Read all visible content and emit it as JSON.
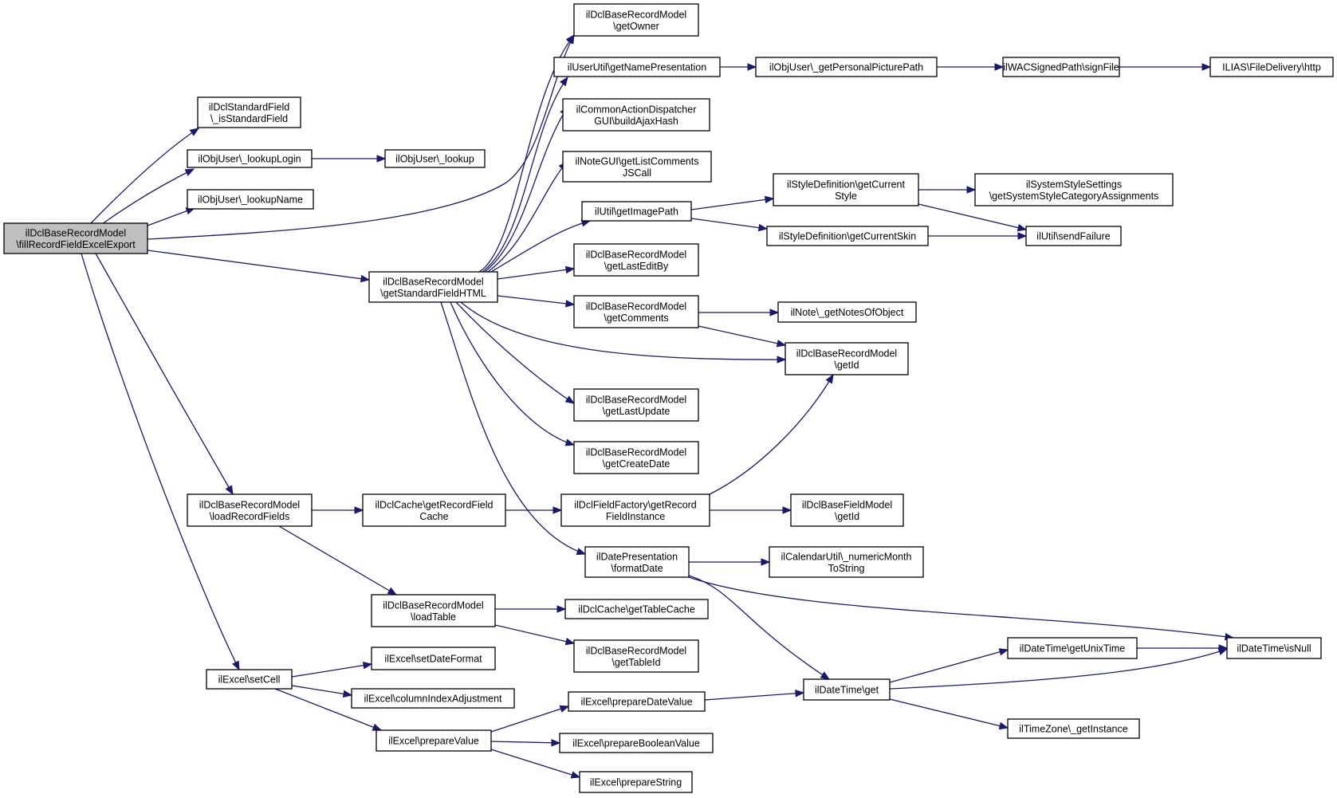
{
  "colors": {
    "edge": "#191970",
    "node_border": "#000000",
    "root_fill": "#bfbfbf",
    "node_fill": "#ffffff"
  },
  "nodes": [
    {
      "id": "root",
      "lines": [
        "ilDclBaseRecordModel",
        "\\fillRecordFieldExcelExport"
      ]
    },
    {
      "id": "isStandardField",
      "lines": [
        "ilDclStandardField",
        "\\_isStandardField"
      ]
    },
    {
      "id": "lookupLogin",
      "lines": [
        "ilObjUser\\_lookupLogin"
      ]
    },
    {
      "id": "lookup",
      "lines": [
        "ilObjUser\\_lookup"
      ]
    },
    {
      "id": "lookupName",
      "lines": [
        "ilObjUser\\_lookupName"
      ]
    },
    {
      "id": "getOwner",
      "lines": [
        "ilDclBaseRecordModel",
        "\\getOwner"
      ]
    },
    {
      "id": "getNamePresentation",
      "lines": [
        "ilUserUtil\\getNamePresentation"
      ]
    },
    {
      "id": "getPersonalPicturePath",
      "lines": [
        "ilObjUser\\_getPersonalPicturePath"
      ]
    },
    {
      "id": "signFile",
      "lines": [
        "ilWACSignedPath\\signFile"
      ]
    },
    {
      "id": "http",
      "lines": [
        "ILIAS\\FileDelivery\\http"
      ]
    },
    {
      "id": "buildAjaxHash",
      "lines": [
        "ilCommonActionDispatcher",
        "GUI\\buildAjaxHash"
      ]
    },
    {
      "id": "getListCommentsJSCall",
      "lines": [
        "ilNoteGUI\\getListComments",
        "JSCall"
      ]
    },
    {
      "id": "getImagePath",
      "lines": [
        "ilUtil\\getImagePath"
      ]
    },
    {
      "id": "getCurrentStyle",
      "lines": [
        "ilStyleDefinition\\getCurrent",
        "Style"
      ]
    },
    {
      "id": "getSystemStyleCategoryAssignments",
      "lines": [
        "ilSystemStyleSettings",
        "\\getSystemStyleCategoryAssignments"
      ]
    },
    {
      "id": "getCurrentSkin",
      "lines": [
        "ilStyleDefinition\\getCurrentSkin"
      ]
    },
    {
      "id": "sendFailure",
      "lines": [
        "ilUtil\\sendFailure"
      ]
    },
    {
      "id": "getStandardFieldHTML",
      "lines": [
        "ilDclBaseRecordModel",
        "\\getStandardFieldHTML"
      ]
    },
    {
      "id": "getLastEditBy",
      "lines": [
        "ilDclBaseRecordModel",
        "\\getLastEditBy"
      ]
    },
    {
      "id": "getComments",
      "lines": [
        "ilDclBaseRecordModel",
        "\\getComments"
      ]
    },
    {
      "id": "getNotesOfObject",
      "lines": [
        "ilNote\\_getNotesOfObject"
      ]
    },
    {
      "id": "getId",
      "lines": [
        "ilDclBaseRecordModel",
        "\\getId"
      ]
    },
    {
      "id": "getLastUpdate",
      "lines": [
        "ilDclBaseRecordModel",
        "\\getLastUpdate"
      ]
    },
    {
      "id": "getCreateDate",
      "lines": [
        "ilDclBaseRecordModel",
        "\\getCreateDate"
      ]
    },
    {
      "id": "loadRecordFields",
      "lines": [
        "ilDclBaseRecordModel",
        "\\loadRecordFields"
      ]
    },
    {
      "id": "getRecordFieldCache",
      "lines": [
        "ilDclCache\\getRecordField",
        "Cache"
      ]
    },
    {
      "id": "getRecordFieldInstance",
      "lines": [
        "ilDclFieldFactory\\getRecord",
        "FieldInstance"
      ]
    },
    {
      "id": "fieldGetId",
      "lines": [
        "ilDclBaseFieldModel",
        "\\getId"
      ]
    },
    {
      "id": "formatDate",
      "lines": [
        "ilDatePresentation",
        "\\formatDate"
      ]
    },
    {
      "id": "numericMonthToString",
      "lines": [
        "ilCalendarUtil\\_numericMonth",
        "ToString"
      ]
    },
    {
      "id": "loadTable",
      "lines": [
        "ilDclBaseRecordModel",
        "\\loadTable"
      ]
    },
    {
      "id": "getTableCache",
      "lines": [
        "ilDclCache\\getTableCache"
      ]
    },
    {
      "id": "getTableId",
      "lines": [
        "ilDclBaseRecordModel",
        "\\getTableId"
      ]
    },
    {
      "id": "setCell",
      "lines": [
        "ilExcel\\setCell"
      ]
    },
    {
      "id": "setDateFormat",
      "lines": [
        "ilExcel\\setDateFormat"
      ]
    },
    {
      "id": "columnIndexAdjustment",
      "lines": [
        "ilExcel\\columnIndexAdjustment"
      ]
    },
    {
      "id": "prepareValue",
      "lines": [
        "ilExcel\\prepareValue"
      ]
    },
    {
      "id": "prepareDateValue",
      "lines": [
        "ilExcel\\prepareDateValue"
      ]
    },
    {
      "id": "prepareBooleanValue",
      "lines": [
        "ilExcel\\prepareBooleanValue"
      ]
    },
    {
      "id": "prepareString",
      "lines": [
        "ilExcel\\prepareString"
      ]
    },
    {
      "id": "dtGet",
      "lines": [
        "ilDateTime\\get"
      ]
    },
    {
      "id": "getUnixTime",
      "lines": [
        "ilDateTime\\getUnixTime"
      ]
    },
    {
      "id": "isNull",
      "lines": [
        "ilDateTime\\isNull"
      ]
    },
    {
      "id": "getInstance",
      "lines": [
        "ilTimeZone\\_getInstance"
      ]
    }
  ],
  "edges": [
    [
      "root",
      "isStandardField"
    ],
    [
      "root",
      "lookupLogin"
    ],
    [
      "root",
      "lookupName"
    ],
    [
      "root",
      "getOwner"
    ],
    [
      "root",
      "getStandardFieldHTML"
    ],
    [
      "root",
      "loadRecordFields"
    ],
    [
      "root",
      "setCell"
    ],
    [
      "lookupLogin",
      "lookup"
    ],
    [
      "getNamePresentation",
      "getPersonalPicturePath"
    ],
    [
      "getPersonalPicturePath",
      "signFile"
    ],
    [
      "signFile",
      "http"
    ],
    [
      "getStandardFieldHTML",
      "getOwner"
    ],
    [
      "getStandardFieldHTML",
      "getNamePresentation"
    ],
    [
      "getStandardFieldHTML",
      "buildAjaxHash"
    ],
    [
      "getStandardFieldHTML",
      "getListCommentsJSCall"
    ],
    [
      "getStandardFieldHTML",
      "getImagePath"
    ],
    [
      "getStandardFieldHTML",
      "getLastEditBy"
    ],
    [
      "getStandardFieldHTML",
      "getComments"
    ],
    [
      "getStandardFieldHTML",
      "getId"
    ],
    [
      "getStandardFieldHTML",
      "getLastUpdate"
    ],
    [
      "getStandardFieldHTML",
      "getCreateDate"
    ],
    [
      "getStandardFieldHTML",
      "formatDate"
    ],
    [
      "getImagePath",
      "getCurrentStyle"
    ],
    [
      "getImagePath",
      "getCurrentSkin"
    ],
    [
      "getCurrentStyle",
      "getSystemStyleCategoryAssignments"
    ],
    [
      "getCurrentStyle",
      "sendFailure"
    ],
    [
      "getCurrentSkin",
      "sendFailure"
    ],
    [
      "getComments",
      "getNotesOfObject"
    ],
    [
      "getComments",
      "getId"
    ],
    [
      "loadRecordFields",
      "getRecordFieldCache"
    ],
    [
      "loadRecordFields",
      "loadTable"
    ],
    [
      "getRecordFieldCache",
      "getRecordFieldInstance"
    ],
    [
      "getRecordFieldInstance",
      "getId"
    ],
    [
      "getRecordFieldInstance",
      "fieldGetId"
    ],
    [
      "formatDate",
      "numericMonthToString"
    ],
    [
      "formatDate",
      "isNull"
    ],
    [
      "formatDate",
      "dtGet"
    ],
    [
      "loadTable",
      "getTableCache"
    ],
    [
      "loadTable",
      "getTableId"
    ],
    [
      "setCell",
      "setDateFormat"
    ],
    [
      "setCell",
      "columnIndexAdjustment"
    ],
    [
      "setCell",
      "prepareValue"
    ],
    [
      "prepareValue",
      "prepareDateValue"
    ],
    [
      "prepareValue",
      "prepareBooleanValue"
    ],
    [
      "prepareValue",
      "prepareString"
    ],
    [
      "prepareDateValue",
      "dtGet"
    ],
    [
      "dtGet",
      "getUnixTime"
    ],
    [
      "dtGet",
      "isNull"
    ],
    [
      "dtGet",
      "getInstance"
    ],
    [
      "getUnixTime",
      "isNull"
    ]
  ]
}
